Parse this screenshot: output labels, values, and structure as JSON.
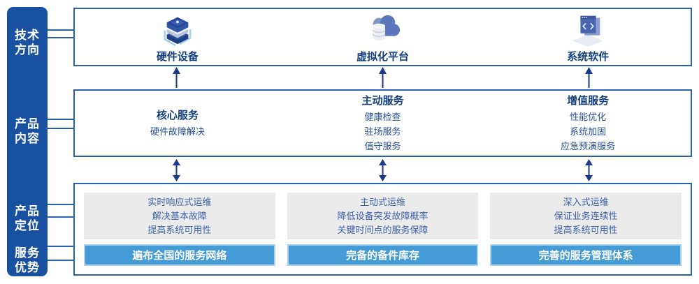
{
  "colors": {
    "sidebar_blue": "#1751a0",
    "box_border_blue": "#2a62ac",
    "arrow_navy": "#1b3a8c",
    "banner_blue": "#449bd6",
    "banner_border": "#a9d2ee",
    "panel_gray": "#ebebeb",
    "heading_navy": "#14407f",
    "body_blue": "#2a5096"
  },
  "sidebar": {
    "items": [
      {
        "label": "技术\n方向"
      },
      {
        "label": "产品\n内容"
      },
      {
        "label": "产品\n定位"
      },
      {
        "label": "服务\n优势"
      }
    ]
  },
  "tech_row": {
    "items": [
      {
        "icon": "server-stack-icon",
        "label": "硬件设备"
      },
      {
        "icon": "cloud-database-icon",
        "label": "虚拟化平台"
      },
      {
        "icon": "code-window-icon",
        "label": "系统软件"
      }
    ]
  },
  "content_row": {
    "columns": [
      {
        "header": "核心服务",
        "items": [
          "硬件故障解决"
        ]
      },
      {
        "header": "主动服务",
        "items": [
          "健康检查",
          "驻场服务",
          "值守服务"
        ]
      },
      {
        "header": "增值服务",
        "items": [
          "性能优化",
          "系统加固",
          "应急预演服务"
        ]
      }
    ]
  },
  "positioning_row": {
    "columns": [
      {
        "lines": [
          "实时响应式运维",
          "解决基本故障",
          "提高系统可用性"
        ],
        "banner": "遍布全国的服务网络"
      },
      {
        "lines": [
          "主动式运维",
          "降低设备突发故障概率",
          "关键时间点的服务保障"
        ],
        "banner": "完备的备件库存"
      },
      {
        "lines": [
          "深入式运维",
          "保证业务连续性",
          "提高系统可用性"
        ],
        "banner": "完善的服务管理体系"
      }
    ]
  }
}
